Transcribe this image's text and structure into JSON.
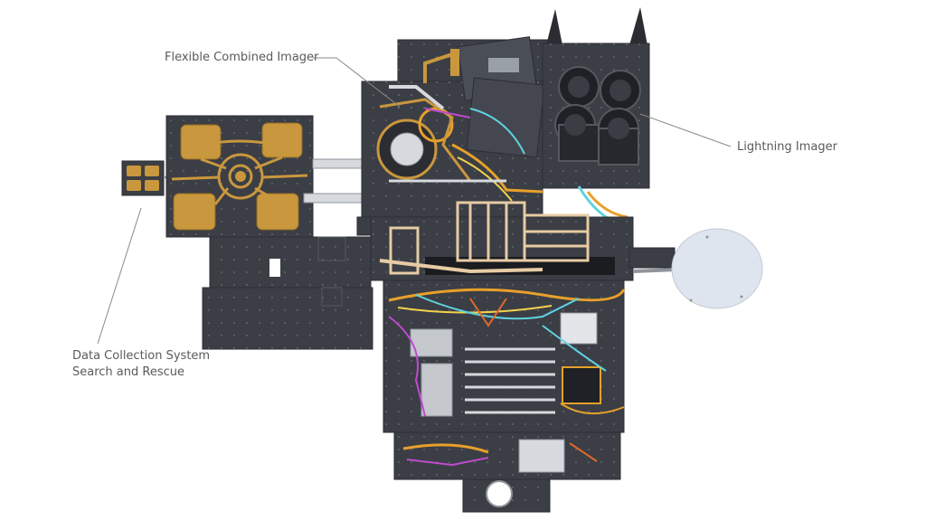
{
  "labels": {
    "flexible_combined_imager": "Flexible Combined Imager",
    "lightning_imager": "Lightning Imager",
    "data_collection_line1": "Data Collection System",
    "data_collection_line2": "Search and Rescue"
  },
  "colors": {
    "background": "#ffffff",
    "panel": "#3b3e45",
    "panel_dark": "#2b2d33",
    "gold": "#c9973d",
    "harness_orange": "#e8a02a",
    "harness_cyan": "#5fd3e0",
    "harness_magenta": "#c04ad0",
    "harness_yellow": "#f2d24a",
    "reflector": "#dfe5ee",
    "leader_line": "#8a8a8a",
    "label_text": "#5a5a5a"
  }
}
